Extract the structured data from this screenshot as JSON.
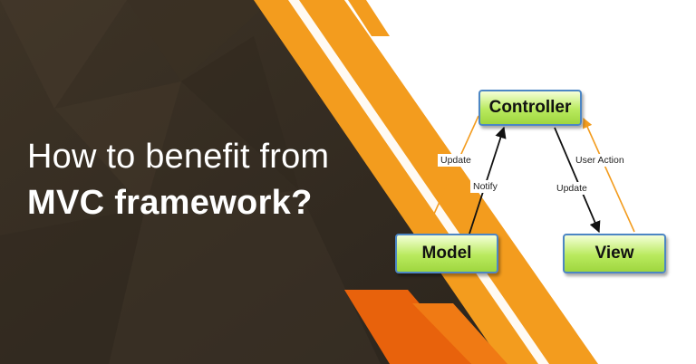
{
  "headline": {
    "line1": "How to benefit from",
    "line2": "MVC framework?"
  },
  "diagram": {
    "nodes": {
      "controller": "Controller",
      "model": "Model",
      "view": "View"
    },
    "edges": {
      "controller_to_model": "Update",
      "model_to_controller": "Notify",
      "view_to_controller": "User Action",
      "controller_to_view": "Update"
    }
  },
  "colors": {
    "dark_background": "#3b3227",
    "orange_stripe": "#f39c1e",
    "deep_orange": "#e8620c",
    "node_fill": "#b9ea5e",
    "node_border": "#4c86c4"
  }
}
